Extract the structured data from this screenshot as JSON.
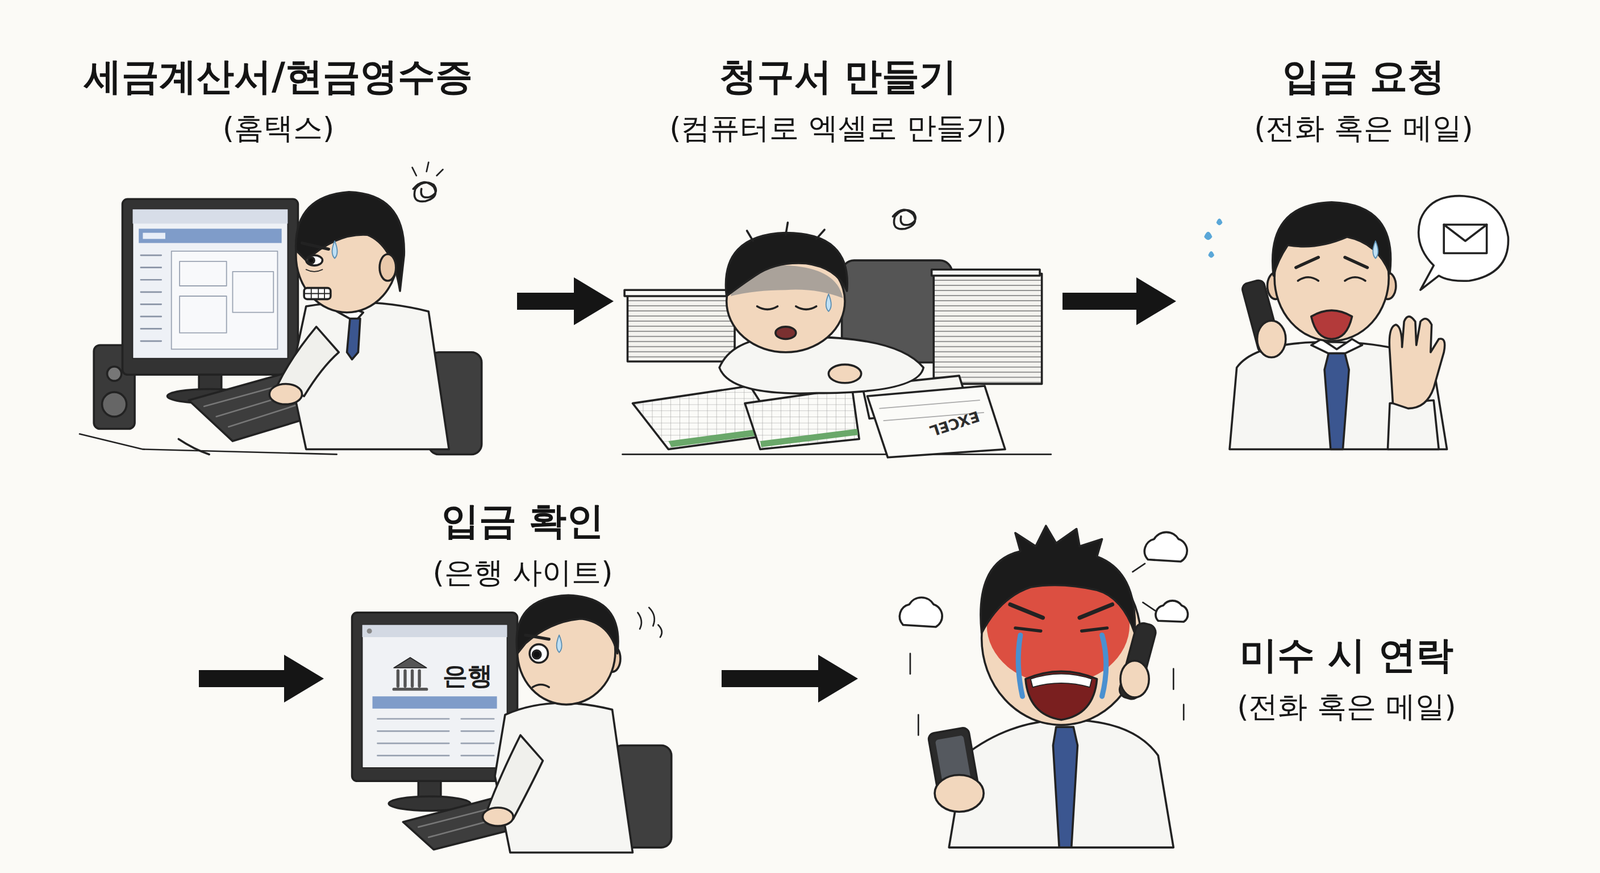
{
  "diagram": {
    "nodes": [
      {
        "text": [
          "세금계산서/현금영수증",
          "(홈택스)"
        ]
      },
      {
        "text": [
          "청구서 만들기",
          "(컴퓨터로 엑셀로 만들기)"
        ]
      },
      {
        "text": [
          "입금 요청",
          "(전화 혹은 메일)"
        ]
      },
      {
        "text": [
          "입금 확인",
          "(은행 사이트)"
        ]
      },
      {
        "text": [
          "미수 시 연락",
          "(전화 혹은 메일)"
        ]
      }
    ],
    "edges": [
      {
        "from": 0,
        "to": 1,
        "arrow": "to"
      },
      {
        "from": 1,
        "to": 2,
        "arrow": "to"
      },
      {
        "from": 2,
        "to": 3,
        "arrow": "to"
      },
      {
        "from": 3,
        "to": 4,
        "arrow": "to"
      }
    ],
    "labels": [
      "EXCEL",
      "은행"
    ]
  }
}
